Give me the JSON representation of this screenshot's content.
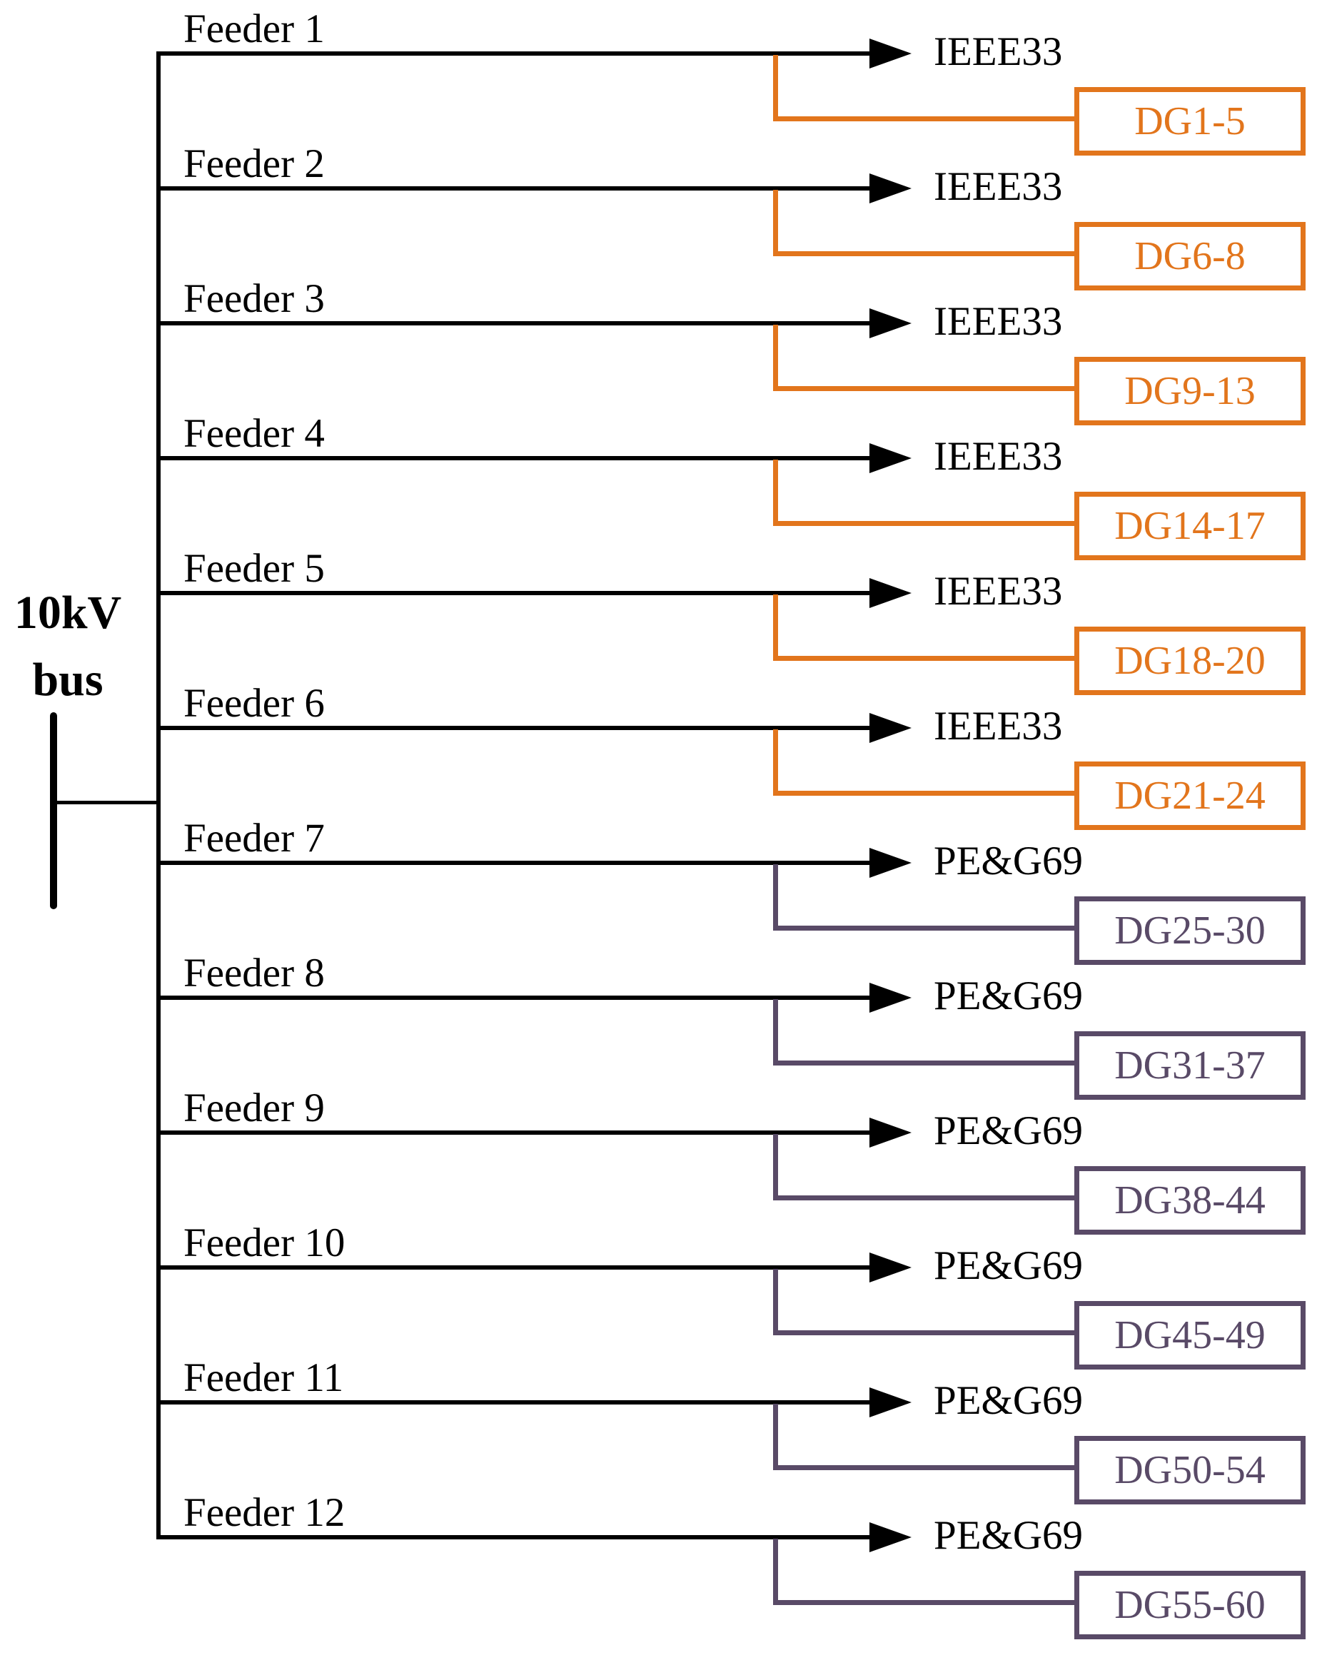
{
  "bus": {
    "line1": "10kV",
    "line2": "bus"
  },
  "colors": {
    "ieee33_accent": "#E2751C",
    "peg69_accent": "#594A67",
    "line": "#000000"
  },
  "feeders": [
    {
      "label": "Feeder 1",
      "network": "IEEE33",
      "dg": "DG1-5"
    },
    {
      "label": "Feeder 2",
      "network": "IEEE33",
      "dg": "DG6-8"
    },
    {
      "label": "Feeder 3",
      "network": "IEEE33",
      "dg": "DG9-13"
    },
    {
      "label": "Feeder 4",
      "network": "IEEE33",
      "dg": "DG14-17"
    },
    {
      "label": "Feeder 5",
      "network": "IEEE33",
      "dg": "DG18-20"
    },
    {
      "label": "Feeder 6",
      "network": "IEEE33",
      "dg": "DG21-24"
    },
    {
      "label": "Feeder 7",
      "network": "PE&G69",
      "dg": "DG25-30"
    },
    {
      "label": "Feeder 8",
      "network": "PE&G69",
      "dg": "DG31-37"
    },
    {
      "label": "Feeder 9",
      "network": "PE&G69",
      "dg": "DG38-44"
    },
    {
      "label": "Feeder 10",
      "network": "PE&G69",
      "dg": "DG45-49"
    },
    {
      "label": "Feeder 11",
      "network": "PE&G69",
      "dg": "DG50-54"
    },
    {
      "label": "Feeder 12",
      "network": "PE&G69",
      "dg": "DG55-60"
    }
  ]
}
